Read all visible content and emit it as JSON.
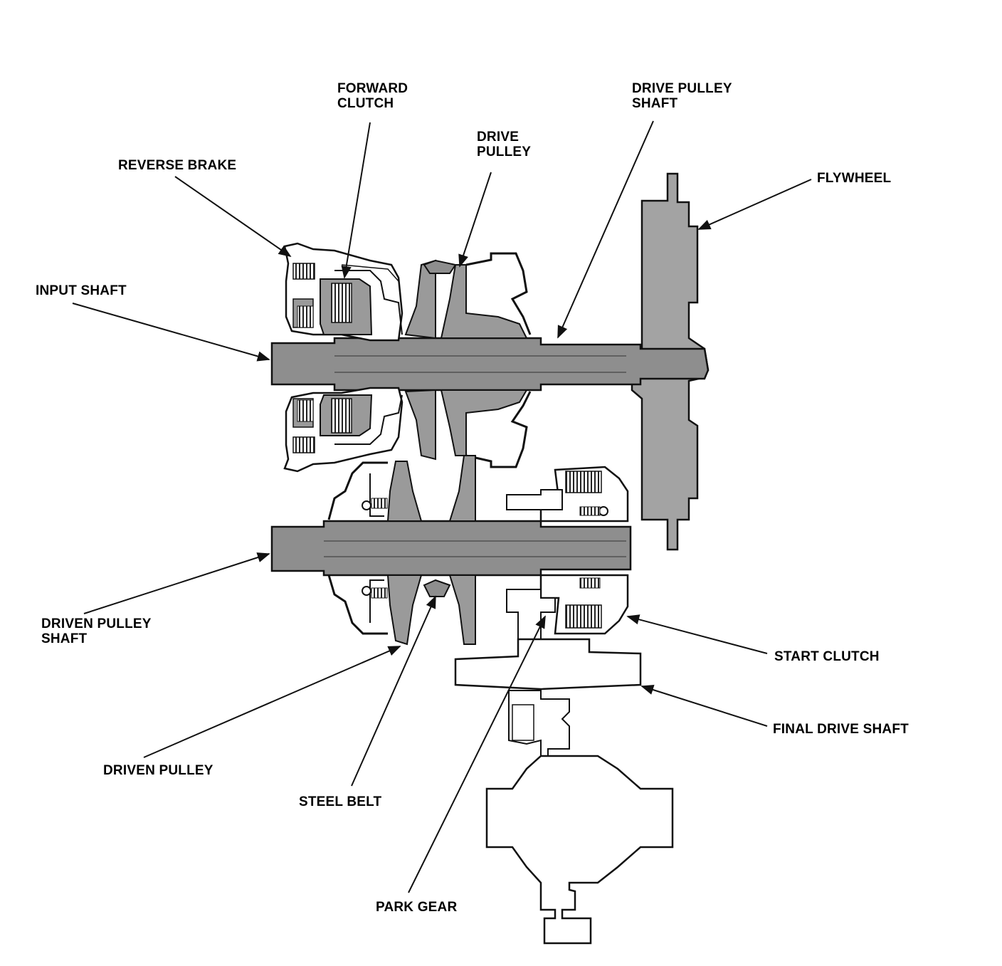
{
  "colors": {
    "ink": "#111111",
    "shaft_fill": "#8e8e8e",
    "pulley_fill": "#9a9a9a",
    "flywheel_fill": "#a3a3a3",
    "light_fill": "#ffffff"
  },
  "labels": {
    "forward_clutch": [
      "FORWARD",
      "CLUTCH"
    ],
    "drive_pulley_shaft": [
      "DRIVE PULLEY",
      "SHAFT"
    ],
    "drive_pulley": [
      "DRIVE",
      "PULLEY"
    ],
    "reverse_brake": [
      "REVERSE BRAKE"
    ],
    "flywheel": [
      "FLYWHEEL"
    ],
    "input_shaft": [
      "INPUT SHAFT"
    ],
    "driven_pulley_shaft": [
      "DRIVEN PULLEY",
      "SHAFT"
    ],
    "start_clutch": [
      "START CLUTCH"
    ],
    "final_drive_shaft": [
      "FINAL DRIVE SHAFT"
    ],
    "driven_pulley": [
      "DRIVEN PULLEY"
    ],
    "steel_belt": [
      "STEEL BELT"
    ],
    "park_gear": [
      "PARK GEAR"
    ]
  }
}
